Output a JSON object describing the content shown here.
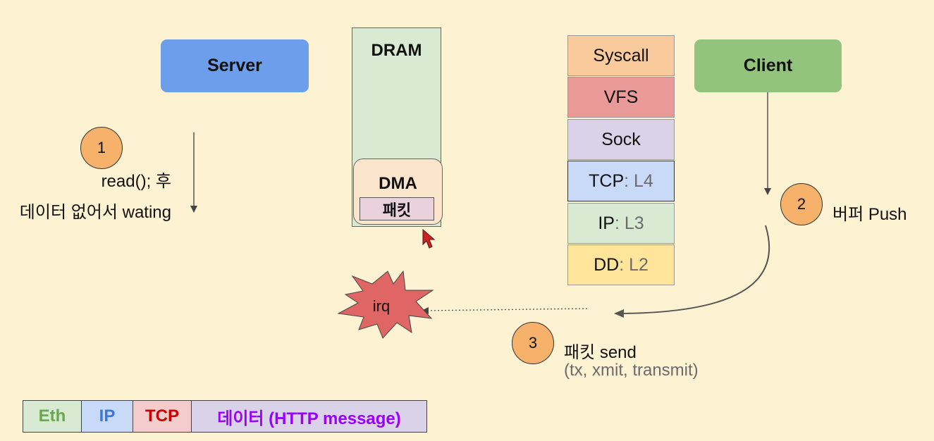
{
  "server": {
    "label": "Server",
    "color": "#6d9eeb"
  },
  "client": {
    "label": "Client",
    "color": "#93c47d"
  },
  "dram": {
    "label": "DRAM",
    "color": "#d9ead3"
  },
  "dma": {
    "label": "DMA",
    "packet_label": "패킷",
    "color": "#fce5cd"
  },
  "stack": [
    {
      "name": "Syscall",
      "layer": "",
      "color": "#f9cb9c"
    },
    {
      "name": "VFS",
      "layer": "",
      "color": "#ea9999"
    },
    {
      "name": "Sock",
      "layer": "",
      "color": "#d9d2e9"
    },
    {
      "name": "TCP",
      "layer": ": L4",
      "color": "#c9daf8"
    },
    {
      "name": "IP",
      "layer": ": L3",
      "color": "#d9ead3"
    },
    {
      "name": "DD",
      "layer": ": L2",
      "color": "#ffe599"
    }
  ],
  "steps": [
    {
      "number": "1",
      "line1": "read(); 후",
      "line2": "데이터 없어서 wating"
    },
    {
      "number": "2",
      "text": "버퍼 Push"
    },
    {
      "number": "3",
      "text": "패킷 send",
      "subtext": "(tx, xmit, transmit)"
    }
  ],
  "irq": {
    "label": "irq",
    "color": "#e06666"
  },
  "legend": [
    {
      "label": "Eth",
      "text_color": "#6aa84f",
      "bg": "#d9ead3"
    },
    {
      "label": "IP",
      "text_color": "#3c78d8",
      "bg": "#c9daf8"
    },
    {
      "label": "TCP",
      "text_color": "#cc0000",
      "bg": "#f4cccc"
    },
    {
      "label": "데이터 (HTTP message)",
      "text_color": "#9900ff",
      "bg": "#d9d2e9"
    }
  ]
}
